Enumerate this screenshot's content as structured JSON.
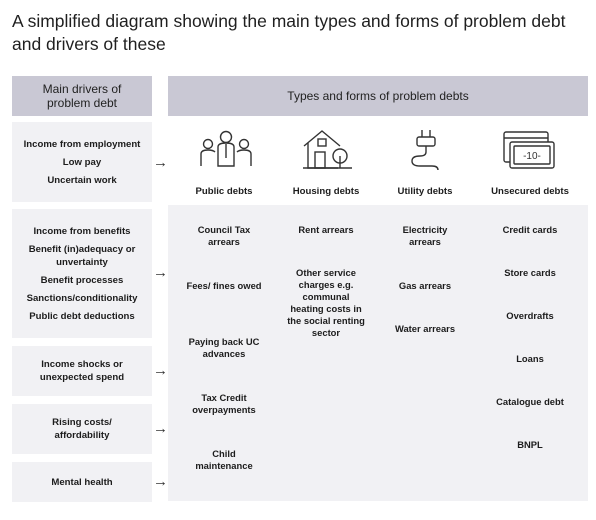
{
  "title": "A simplified diagram showing the main types and forms of problem debt and drivers of these",
  "drivers_header": "Main drivers of problem debt",
  "types_header": "Types and forms of problem debts",
  "drivers": [
    {
      "lines": [
        "Income from employment",
        "Low pay",
        "Uncertain work"
      ]
    },
    {
      "lines": [
        "Income from benefits",
        "Benefit (in)adequacy or unvertainty",
        "Benefit processes",
        "Sanctions/conditionality",
        "Public debt deductions"
      ]
    },
    {
      "lines": [
        "Income shocks or unexpected spend"
      ]
    },
    {
      "lines": [
        "Rising costs/ affordability"
      ]
    },
    {
      "lines": [
        "Mental health"
      ]
    }
  ],
  "columns": [
    {
      "name": "Public debts",
      "icon": "people-icon",
      "items": [
        "Council Tax arrears",
        "Fees/ fines owed",
        "Paying back UC advances",
        "Tax Credit overpayments",
        "Child maintenance"
      ]
    },
    {
      "name": "Housing debts",
      "icon": "house-icon",
      "items": [
        "Rent arrears",
        "Other service charges e.g. communal heating costs in the social renting sector"
      ]
    },
    {
      "name": "Utility debts",
      "icon": "plug-icon",
      "items": [
        "Electricity arrears",
        "Gas arrears",
        "Water arrears"
      ]
    },
    {
      "name": "Unsecured debts",
      "icon": "banknote-icon",
      "icon_text": "-10-",
      "items": [
        "Credit cards",
        "Store cards",
        "Overdrafts",
        "Loans",
        "Catalogue debt",
        "BNPL"
      ]
    }
  ],
  "arrow_glyph": "→"
}
